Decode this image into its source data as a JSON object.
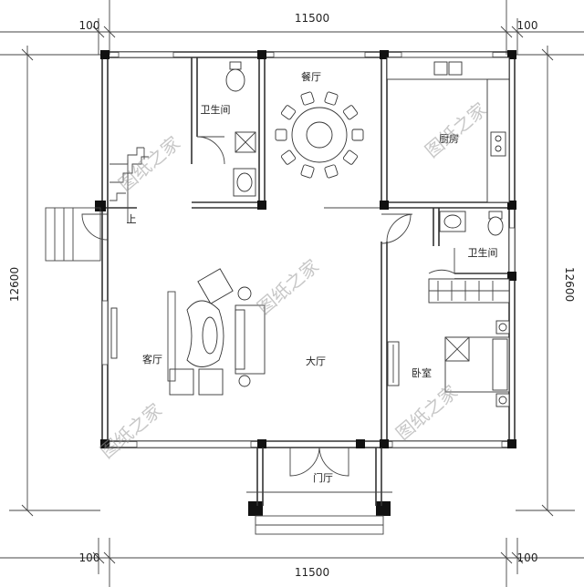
{
  "dimensions": {
    "top_total": "11500",
    "top_left_margin": "100",
    "top_right_margin": "100",
    "bottom_total": "11500",
    "bottom_left_margin": "100",
    "bottom_right_margin": "100",
    "left_total": "12600",
    "right_total": "12600"
  },
  "rooms": {
    "dining": "餐厅",
    "kitchen": "厨房",
    "bath_top": "卫生间",
    "bath_right": "卫生间",
    "stairs_up": "上",
    "living": "客厅",
    "hall": "大厅",
    "bedroom": "卧室",
    "foyer": "门厅"
  },
  "watermark": "图纸之家"
}
